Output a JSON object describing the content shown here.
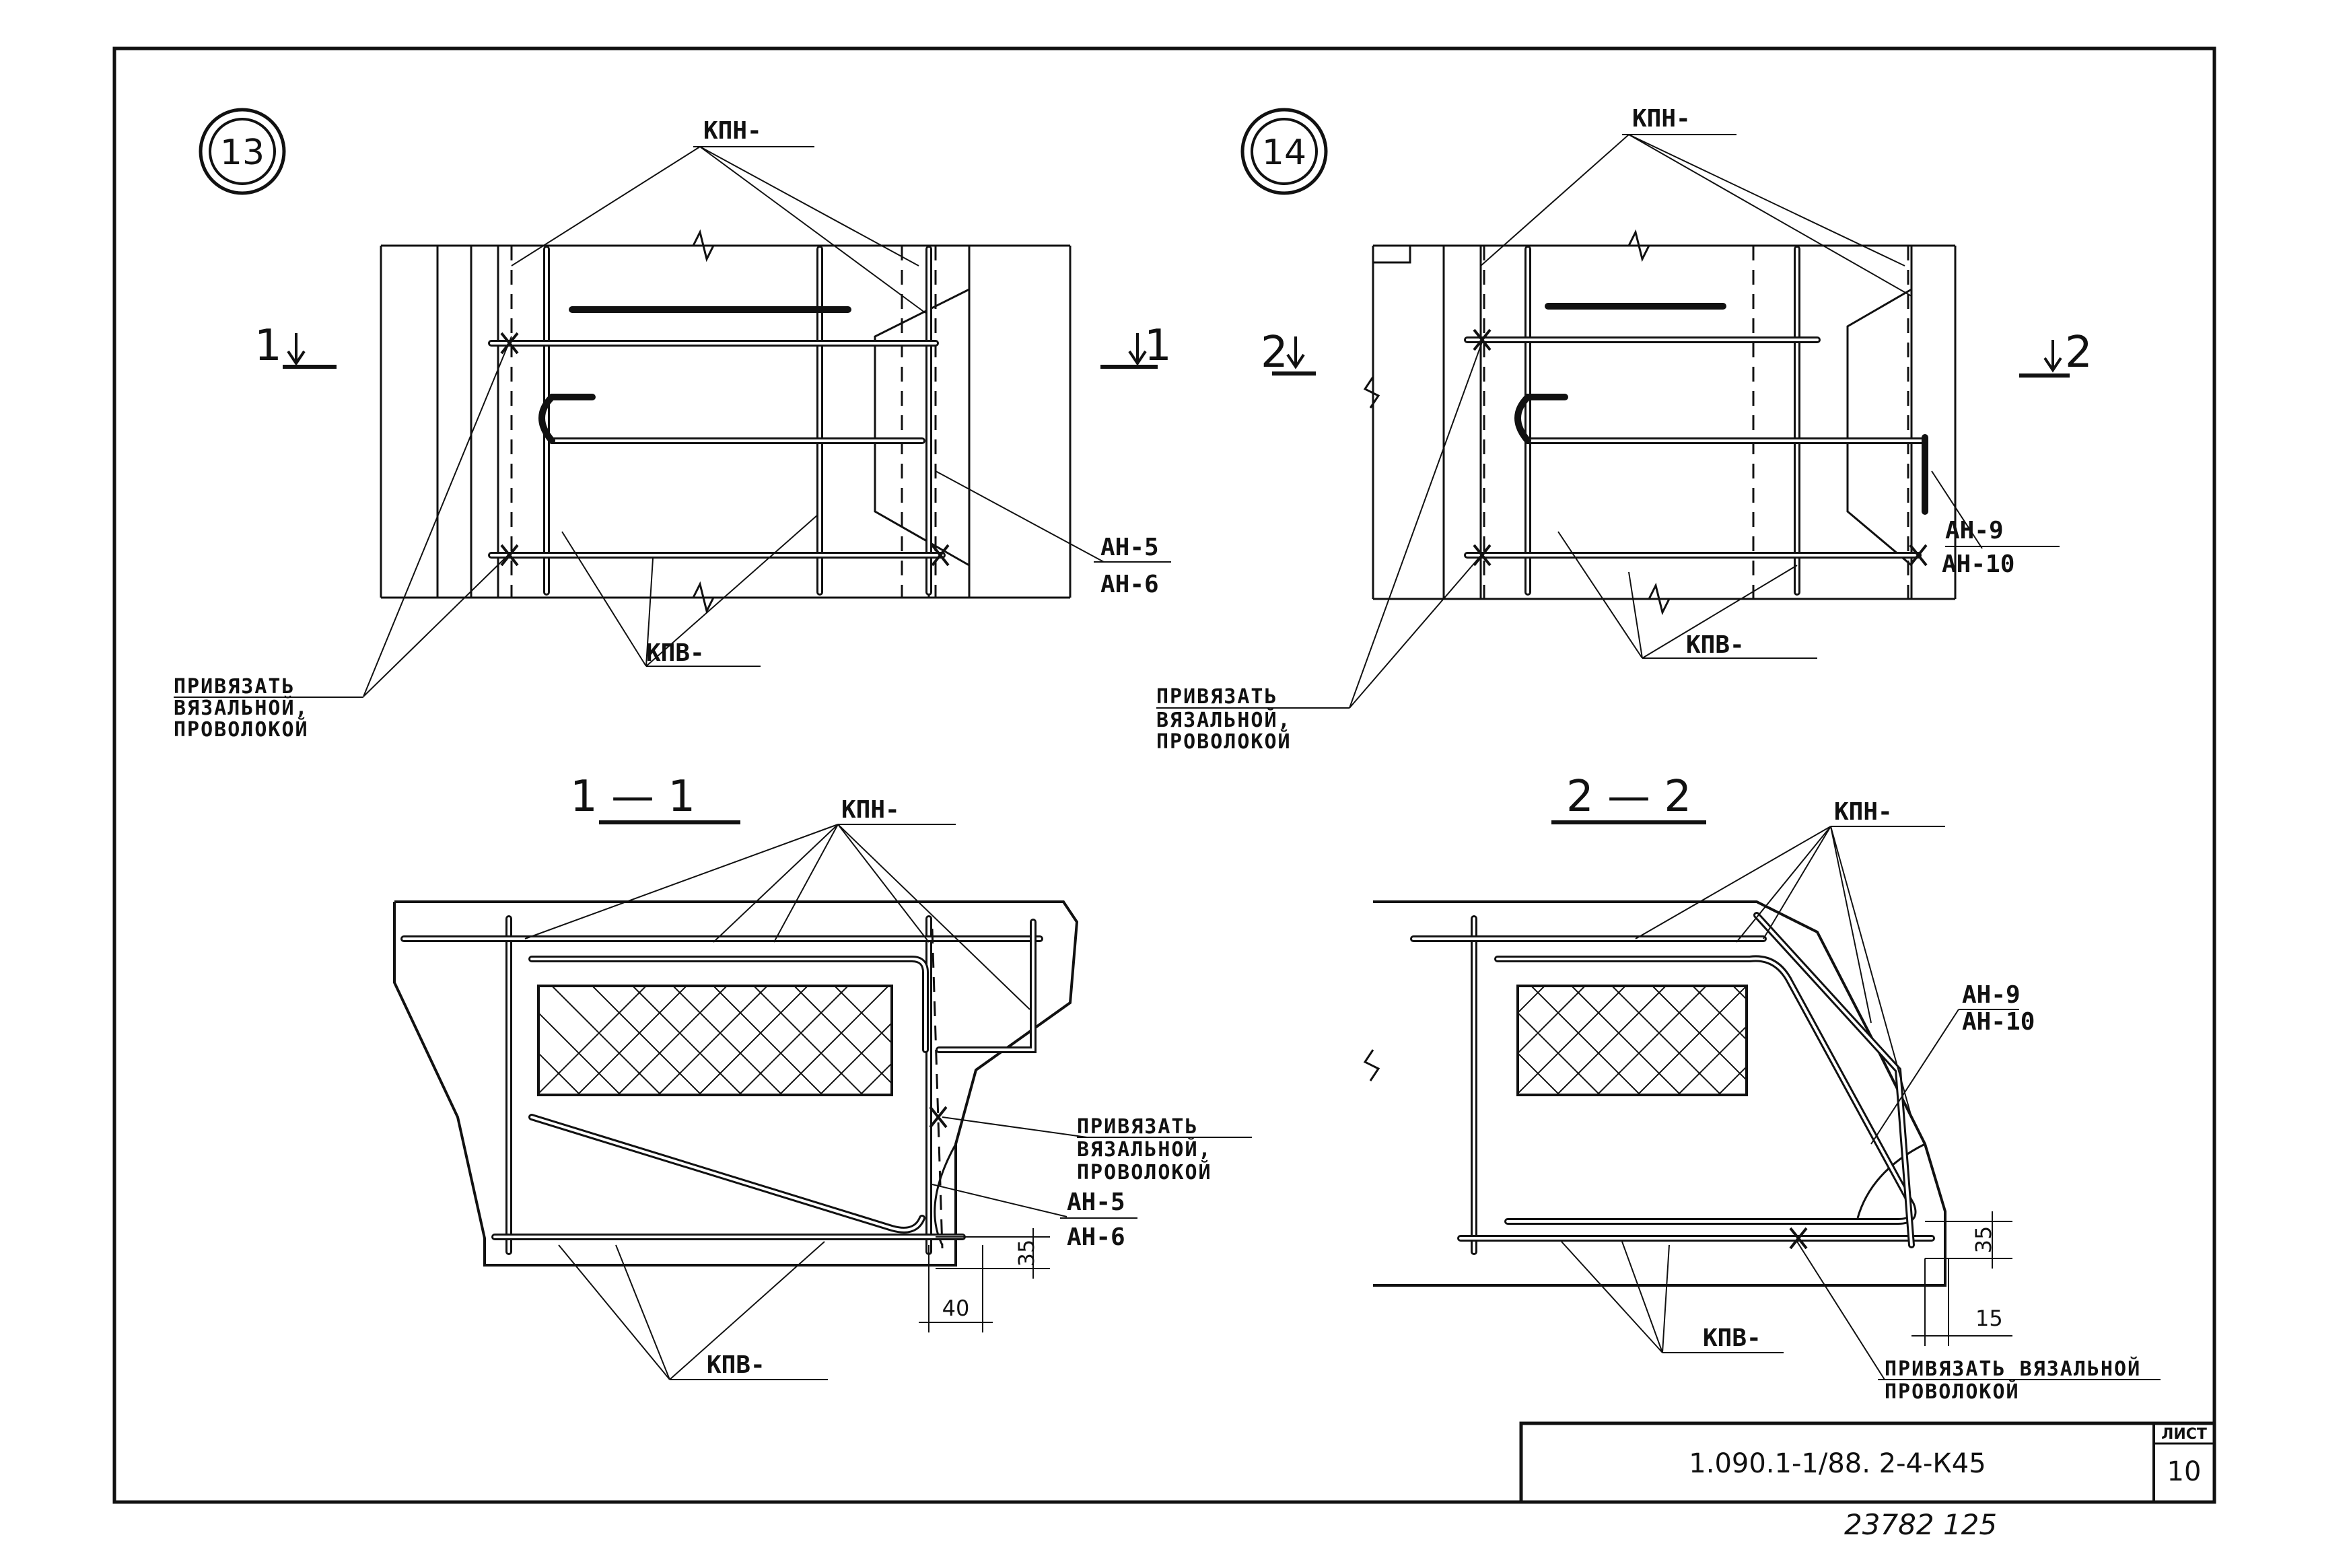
{
  "details": {
    "d13": {
      "mark": "13",
      "top_label": "КПН-",
      "section_left": "1",
      "section_right": "1",
      "an_top": "АН-5",
      "an_bottom": "АН-6",
      "kpv": "КПВ-",
      "tie": [
        "ПРИВЯЗАТЬ",
        "ВЯЗАЛЬНОЙ,",
        "ПРОВОЛОКОЙ"
      ]
    },
    "d14": {
      "mark": "14",
      "top_label": "КПН-",
      "section_left": "2",
      "section_right": "2",
      "an_top": "АН-9",
      "an_bottom": "АН-10",
      "kpv": "КПВ-",
      "tie": [
        "ПРИВЯЗАТЬ",
        "ВЯЗАЛЬНОЙ,",
        "ПРОВОЛОКОЙ"
      ]
    }
  },
  "sections": {
    "s11": {
      "title": "1 — 1",
      "kpn": "КПН-",
      "kpv": "КПВ-",
      "an_top": "АН-5",
      "an_bottom": "АН-6",
      "tie": [
        "ПРИВЯЗАТЬ",
        "ВЯЗАЛЬНОЙ,",
        "ПРОВОЛОКОЙ"
      ],
      "dim_v": "35",
      "dim_h": "40"
    },
    "s22": {
      "title": "2 — 2",
      "kpn": "КПН-",
      "kpv": "КПВ-",
      "an_top": "АН-9",
      "an_bottom": "АН-10",
      "tie": [
        "ПРИВЯЗАТЬ ВЯЗАЛЬНОЙ",
        "ПРОВОЛОКОЙ"
      ],
      "dim_v": "35",
      "dim_h": "15"
    }
  },
  "title_block": {
    "code": "1.090.1-1/88. 2-4-К45",
    "sheet_label": "ЛИСТ",
    "sheet_no": "10"
  },
  "handwritten": "23782 125"
}
